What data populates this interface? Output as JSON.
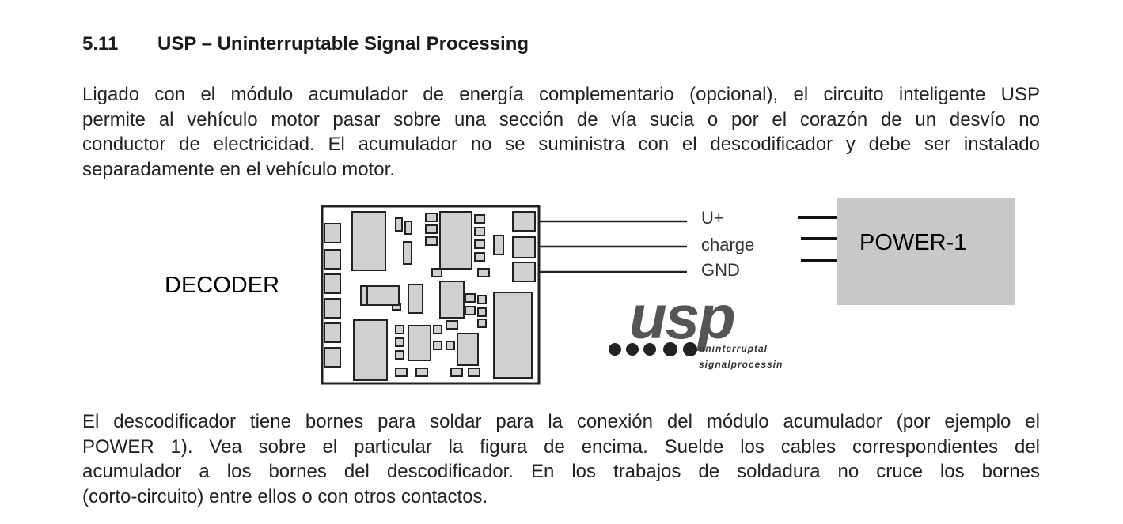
{
  "section": {
    "number": "5.11",
    "title": "USP – Uninterruptable Signal Processing"
  },
  "paragraph1_lines": [
    "Ligado con el módulo acumulador de energía complementario (opcional), el circuito inteligente USP",
    "permite al vehículo motor pasar sobre una sección de vía sucia o por el corazón de un desvío no",
    "conductor de electricidad. El acumulador no se suministra con el descodificador y debe ser instalado",
    "separadamente en el vehículo motor."
  ],
  "figure": {
    "decoder_label": "DECODER",
    "power_label": "POWER-1",
    "wires": {
      "uplus": "U+",
      "charge": "charge",
      "gnd": "GND"
    },
    "logo": {
      "word": "usp",
      "tag_line1": "uninterruptal",
      "tag_line2": "signalprocessin"
    }
  },
  "paragraph2_lines": [
    "El descodificador tiene bornes para soldar para la conexión del módulo acumulador (por ejemplo el",
    "POWER 1). Vea sobre el particular la figura de encima. Suelde los cables correspondientes del",
    "acumulador a los bornes del descodificador. En los trabajos de soldadura no cruce los bornes",
    "(corto-circuito) entre ellos o con otros contactos."
  ],
  "colors": {
    "power_box": "#c8c8c8",
    "text": "#222222"
  }
}
